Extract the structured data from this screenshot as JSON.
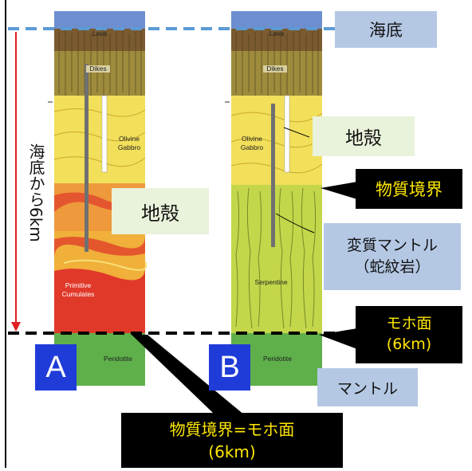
{
  "labels": {
    "seafloor": "海底",
    "crust": "地殻",
    "crust_b": "地殻",
    "material_boundary": "物質境界",
    "altered_mantle_line1": "変質マントル",
    "altered_mantle_line2": "（蛇紋岩）",
    "moho_line1": "モホ面",
    "moho_line2": "(6km)",
    "mantle": "マントル",
    "bottom_line1": "物質境界=モホ面",
    "bottom_line2": "(6km)",
    "depth": "海底から6km",
    "panel_a": "A",
    "panel_b": "B"
  },
  "column_tags": {
    "lava": "Lava",
    "dikes": "Dikes",
    "olivine": "Olivine",
    "gabbro": "Gabbro",
    "primitive": "Primitive",
    "cumulates": "Cumulates",
    "serpentine": "Serpentine",
    "peridotite": "Peridotite"
  },
  "colors": {
    "seawater": "#6d8fd0",
    "lava": "#7a5a2f",
    "dikes": "#9e8c3c",
    "gabbro": "#f2df5a",
    "cumulates": "#e0392a",
    "serpentine": "#c4d64a",
    "peridotite": "#5fb04a",
    "dashed_blue": "#5b9bd5",
    "arrow_red": "#e02020",
    "label_yellow": "#ffe800"
  }
}
